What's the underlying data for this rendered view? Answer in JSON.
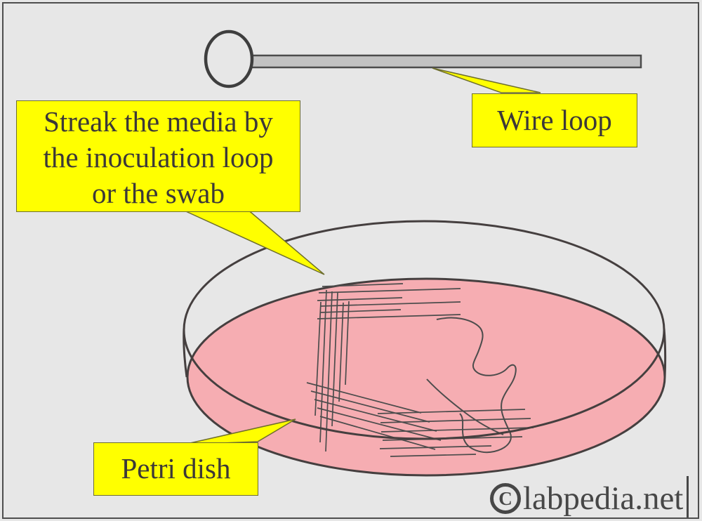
{
  "page": {
    "background_color": "#e7e7e7",
    "border_color": "#4e4e4e"
  },
  "labels": {
    "streak_note": {
      "lines": [
        "Streak the media by",
        "the inoculation loop",
        "or the swab"
      ]
    },
    "wire_loop": "Wire loop",
    "petri_dish": "Petri dish"
  },
  "watermark": {
    "symbol": "©",
    "symbol_letter": "C",
    "text": "labpedia.net"
  },
  "colors": {
    "callout_fill": "#ffff00",
    "callout_border": "#6e6e2e",
    "label_text": "#3c3838",
    "media_fill": "#f6adb2",
    "dish_outline": "#453f3f",
    "rod_fill": "#c2c2c2",
    "streak_lines": "#4c4c4c",
    "watermark_text": "#474747"
  }
}
